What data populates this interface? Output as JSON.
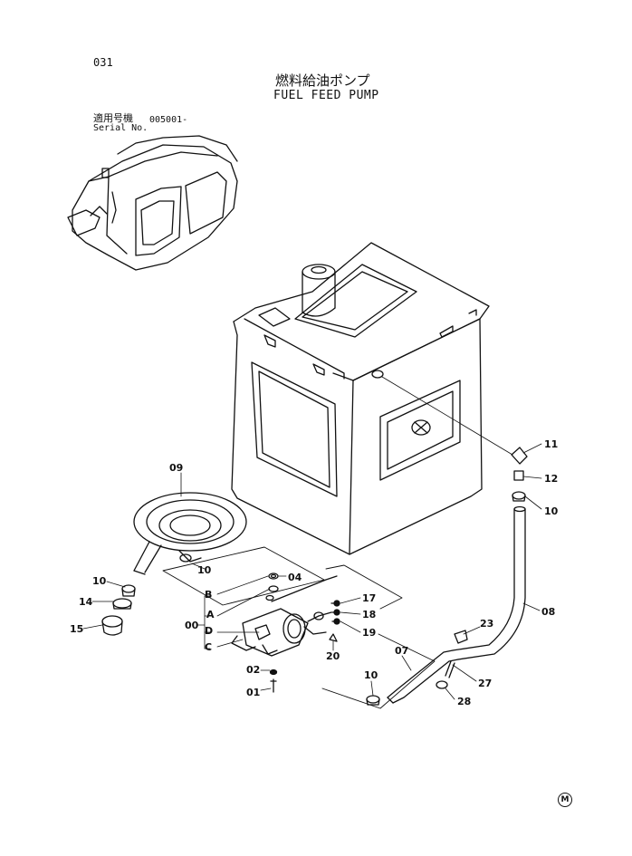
{
  "page": {
    "page_number": "031",
    "title_jp": "燃料給油ポンプ",
    "title_en": "FUEL FEED PUMP",
    "serial_label_jp": "適用号機",
    "serial_label_en": "Serial No.",
    "serial_range": "005001-",
    "mark": "M"
  },
  "callouts": {
    "c01": "01",
    "c02": "02",
    "c04": "04",
    "c07": "07",
    "c08": "08",
    "c09": "09",
    "c10a": "10",
    "c10b": "10",
    "c10c": "10",
    "c10d": "10",
    "c11": "11",
    "c12": "12",
    "c14": "14",
    "c15": "15",
    "c17": "17",
    "c18": "18",
    "c19": "19",
    "c20": "20",
    "c23": "23",
    "c27": "27",
    "c28": "28",
    "c00": "00",
    "cA": "A",
    "cB": "B",
    "cC": "C",
    "cD": "D"
  }
}
